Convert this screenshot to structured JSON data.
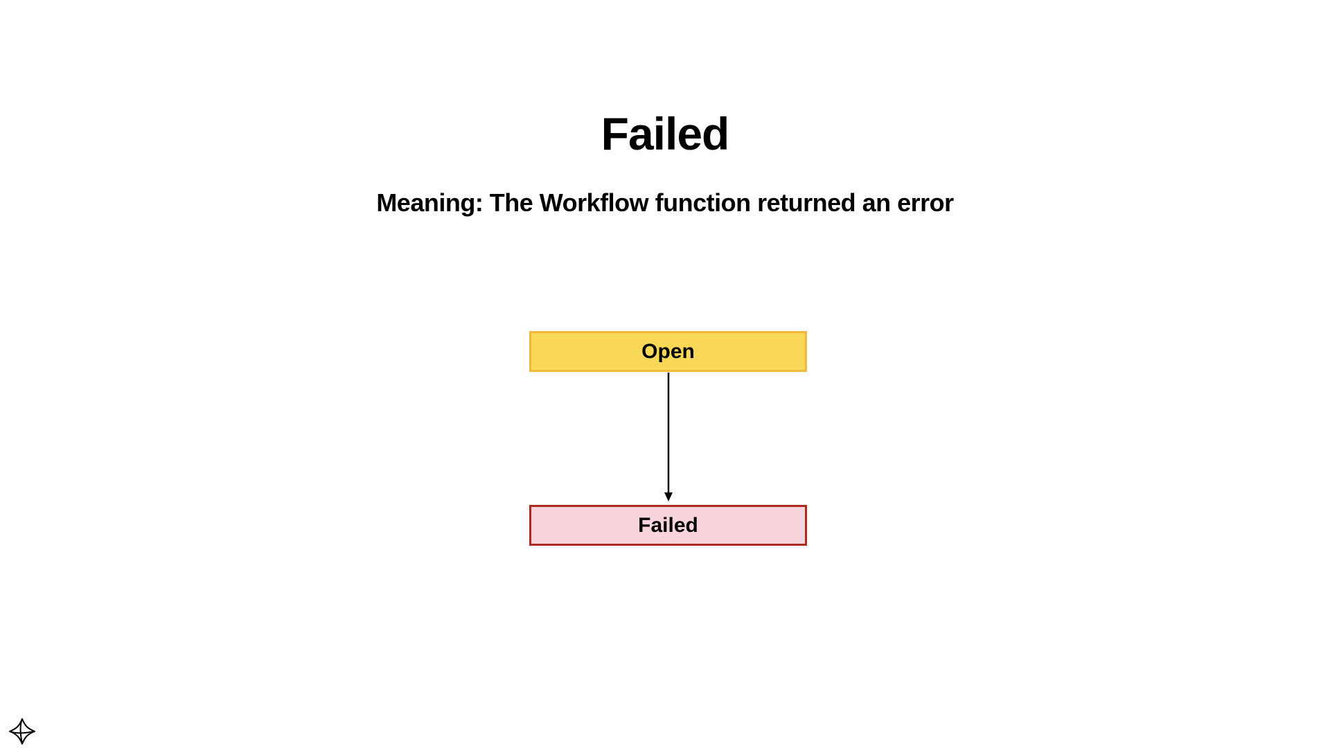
{
  "slide": {
    "title": "Failed",
    "subtitle": "Meaning: The Workflow function returned an error"
  },
  "diagram": {
    "nodes": [
      {
        "id": "open",
        "label": "Open",
        "fill": "#f9d857",
        "border": "#f0b93a"
      },
      {
        "id": "failed",
        "label": "Failed",
        "fill": "#f7d3dc",
        "border": "#b02a22"
      }
    ],
    "edges": [
      {
        "from": "open",
        "to": "failed"
      }
    ]
  },
  "colors": {
    "background": "#ffffff",
    "text": "#000000",
    "arrow": "#000000"
  },
  "icons": {
    "logo": "temporal-logo-icon"
  }
}
